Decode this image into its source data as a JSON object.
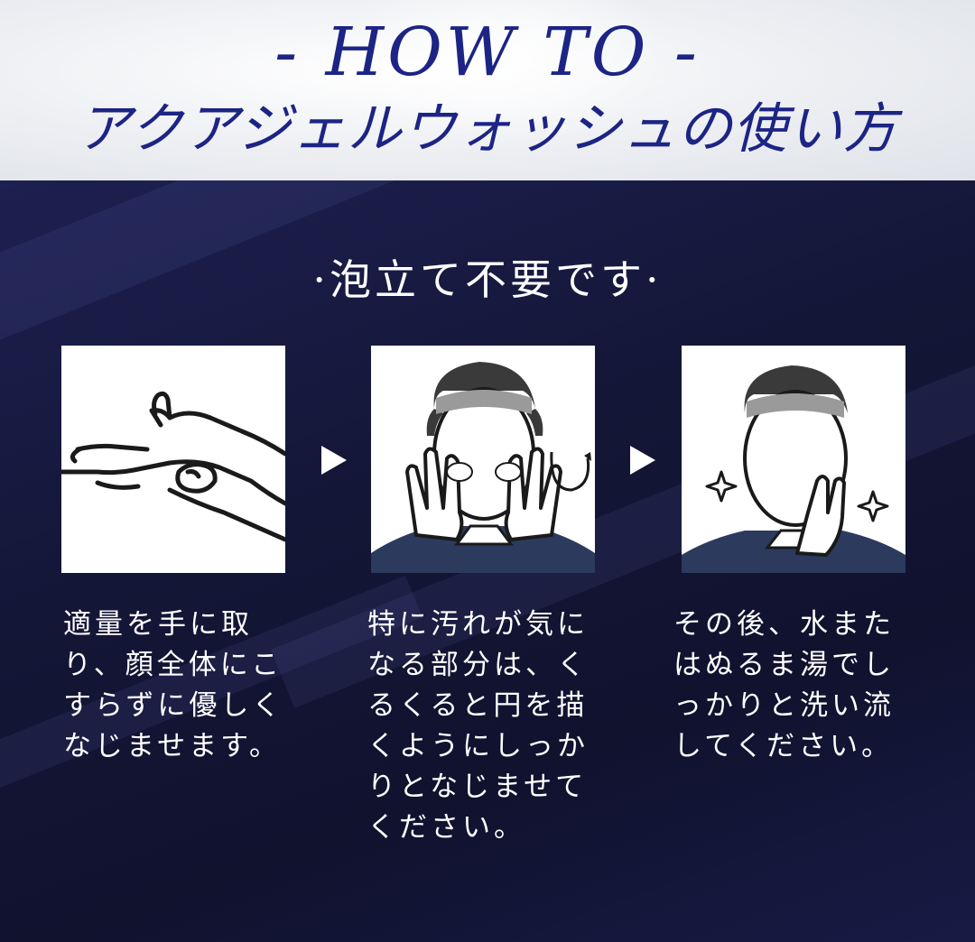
{
  "header": {
    "how_to": "- HOW TO -",
    "subtitle": "アクアジェルウォッシュの使い方"
  },
  "tagline": "·泡立て不要です·",
  "steps": [
    {
      "text": "適量を手に取り、顔全体にこすらずに優しくなじませます。",
      "icon": "hand-with-gel-illustration"
    },
    {
      "text": "特に汚れが気になる部分は、くるくると円を描くようにしっかりとなじませてください。",
      "icon": "man-washing-face-illustration"
    },
    {
      "text": "その後、水またはぬるま湯でしっかりと洗い流してください。",
      "icon": "man-clean-face-illustration"
    }
  ],
  "colors": {
    "title_blue": "#1c2485",
    "navy_bg": "#13163a",
    "white": "#ffffff"
  }
}
